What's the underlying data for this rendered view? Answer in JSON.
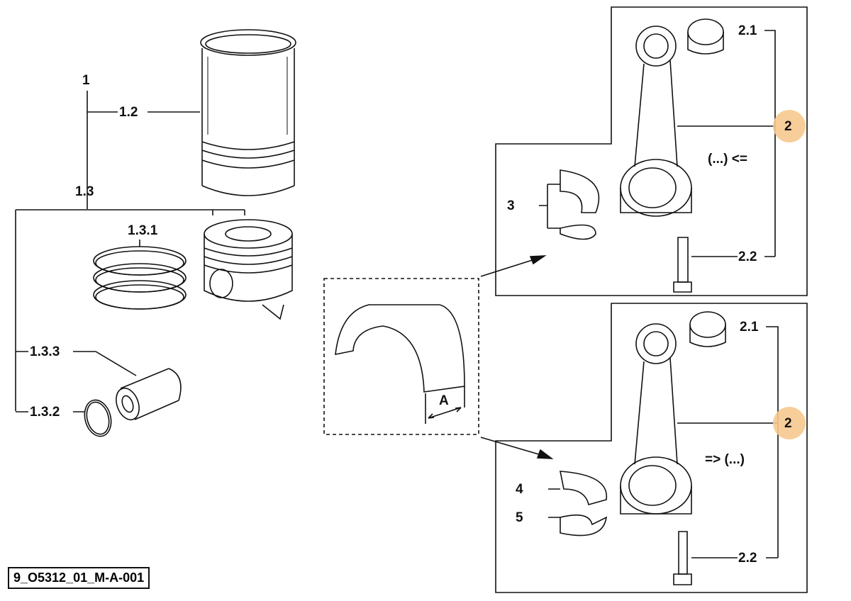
{
  "labels": {
    "assembly": "1",
    "liner": "1.2",
    "piston_group": "1.3",
    "rings": "1.3.1",
    "pin": "1.3.3",
    "circlip": "1.3.2",
    "bushing_top": "2.1",
    "rod_top": "2",
    "note_top": "(...) <=",
    "bearing_top": "3",
    "bolt_top": "2.2",
    "bushing_bottom": "2.1",
    "rod_bottom": "2",
    "note_bottom": "=> (...)",
    "bearing_upper": "4",
    "bearing_lower": "5",
    "bolt_bottom": "2.2",
    "dimension": "A"
  },
  "drawing_code": "9_O5312_01_M-A-001",
  "colors": {
    "callout": "#f6c98f",
    "line": "#111111"
  }
}
